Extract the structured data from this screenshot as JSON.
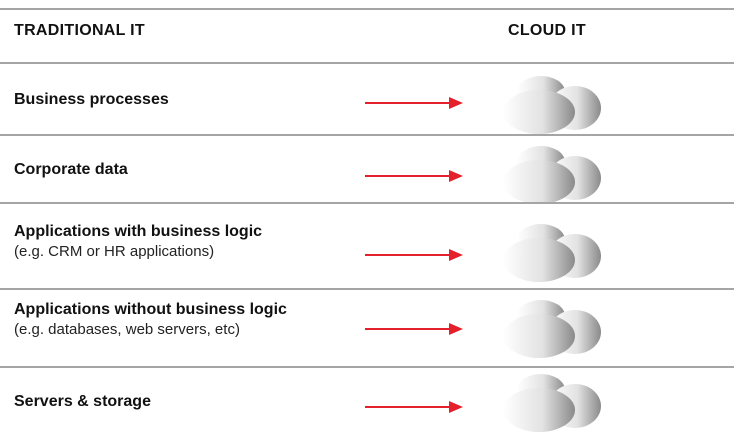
{
  "header": {
    "left": "TRADITIONAL IT",
    "right": "CLOUD IT"
  },
  "colors": {
    "arrow": "#e3202c",
    "rule": "#a5a5a5",
    "cloud_light": "#ffffff",
    "cloud_dark": "#8a8a8a"
  },
  "rows": [
    {
      "title": "Business processes",
      "sub": ""
    },
    {
      "title": "Corporate data",
      "sub": ""
    },
    {
      "title": "Applications with business logic",
      "sub": "(e.g. CRM or HR applications)"
    },
    {
      "title": "Applications without business logic",
      "sub": "(e.g. databases, web servers, etc)"
    },
    {
      "title": "Servers & storage",
      "sub": ""
    }
  ]
}
